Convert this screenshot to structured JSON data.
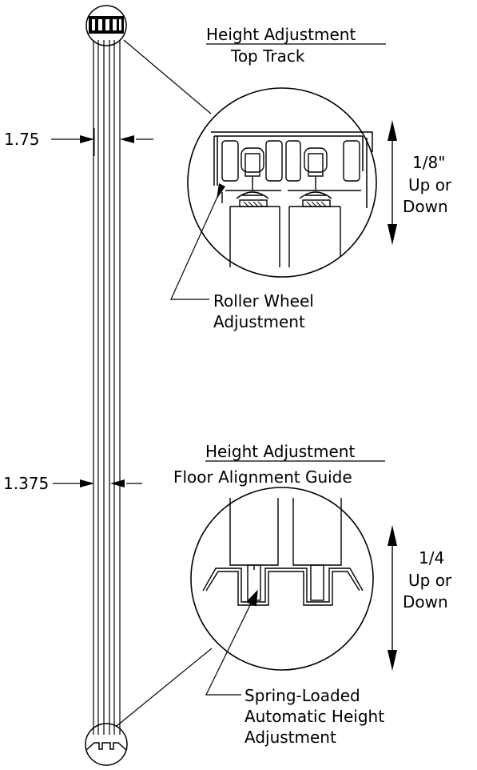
{
  "top_detail": {
    "heading": "Height Adjustment",
    "subheading": "Top Track",
    "adjust_line1": "1/8\"",
    "adjust_line2": "Up or",
    "adjust_line3": "Down",
    "callout_line1": "Roller Wheel",
    "callout_line2": "Adjustment"
  },
  "bottom_detail": {
    "heading": "Height Adjustment",
    "subheading": "Floor Alignment Guide",
    "adjust_line1": "1/4",
    "adjust_line2": "Up or",
    "adjust_line3": "Down",
    "callout_line1": "Spring-Loaded",
    "callout_line2": "Automatic Height",
    "callout_line3": "Adjustment"
  },
  "dimensions": {
    "upper": "1.75",
    "lower": "1.375"
  }
}
